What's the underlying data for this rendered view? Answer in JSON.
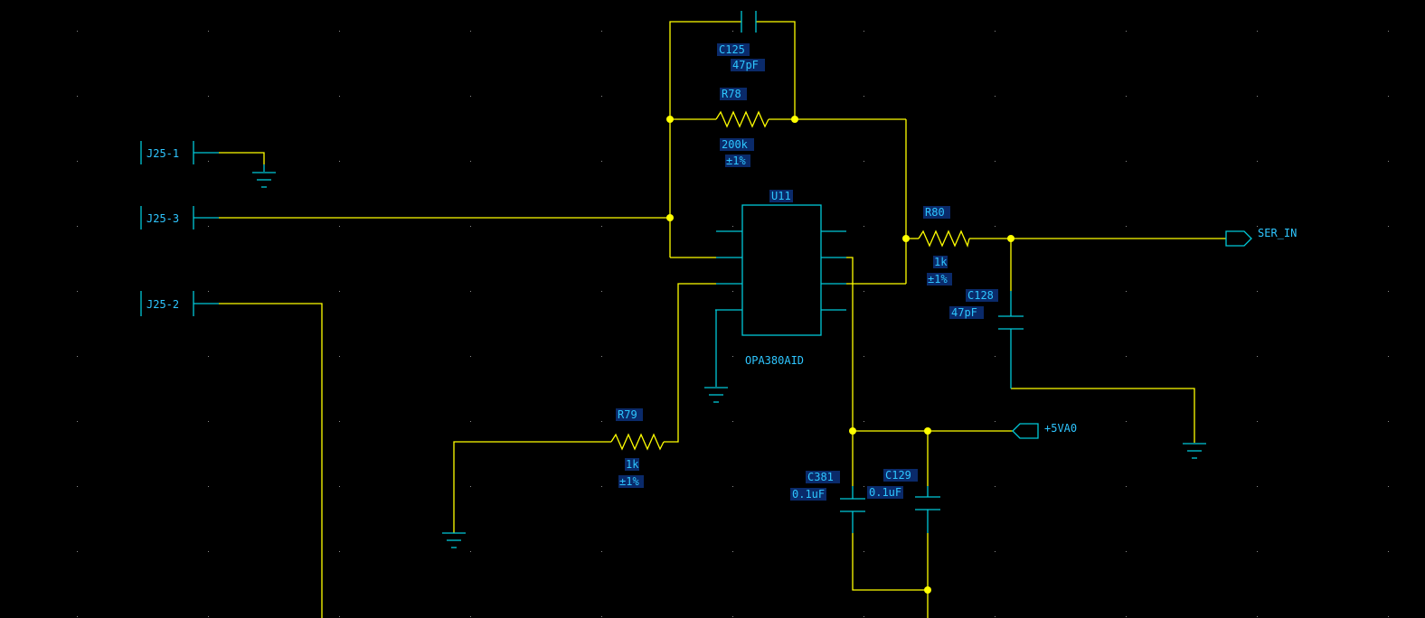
{
  "colors": {
    "background": "#000000",
    "wire": "#ffff00",
    "component": "#00c8d8",
    "text": "#2ec6ff",
    "label_bg": "#0a2a6a",
    "grid": "#8a8a8a"
  },
  "connectors": {
    "j25_1": "J25-1",
    "j25_3": "J25-3",
    "j25_2": "J25-2"
  },
  "ic": {
    "ref": "U11",
    "part": "OPA380AID"
  },
  "c125": {
    "ref": "C125",
    "value": "47pF"
  },
  "r78": {
    "ref": "R78",
    "value": "200k",
    "tol": "±1%"
  },
  "r80": {
    "ref": "R80",
    "value": "1k",
    "tol": "±1%"
  },
  "c128": {
    "ref": "C128",
    "value": "47pF"
  },
  "r79": {
    "ref": "R79",
    "value": "1k",
    "tol": "±1%"
  },
  "c381": {
    "ref": "C381",
    "value": "0.1uF"
  },
  "c129": {
    "ref": "C129",
    "value": "0.1uF"
  },
  "ports": {
    "ser_in": "SER_IN",
    "vcc": "+5VA0"
  }
}
